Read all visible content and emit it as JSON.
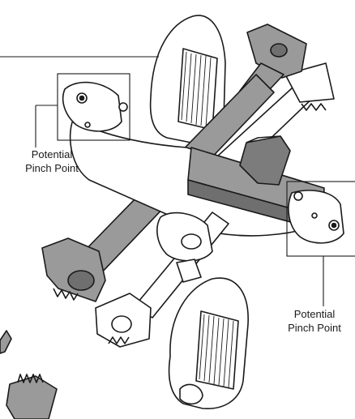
{
  "callouts": [
    {
      "line1": "Potential",
      "line2": "Pinch Point"
    },
    {
      "line1": "Potential",
      "line2": "Pinch Point"
    }
  ],
  "colors": {
    "outline": "#1a1a1a",
    "frame_gray": "#9a9a9a",
    "frame_dark": "#6f6f6f",
    "part_white": "#ffffff",
    "knob_gray": "#7c7c7c"
  }
}
